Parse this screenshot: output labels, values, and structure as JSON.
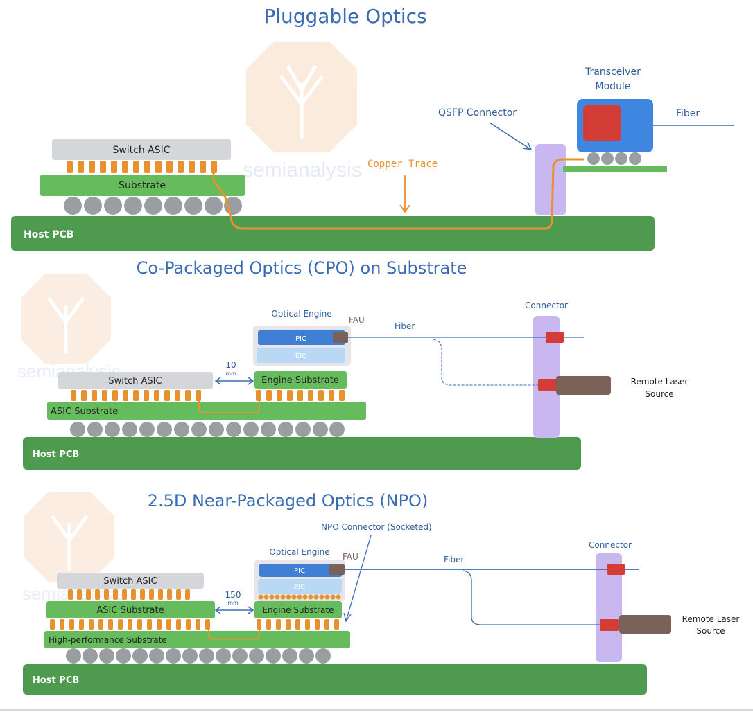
{
  "sections": {
    "pluggable": {
      "title": "Pluggable Optics",
      "switch_asic": "Switch ASIC",
      "substrate": "Substrate",
      "host_pcb": "Host PCB",
      "copper_trace": "Copper Trace",
      "qsfp_connector": "QSFP Connector",
      "transceiver_module": [
        "Transceiver",
        "Module"
      ],
      "fiber": "Fiber"
    },
    "cpo": {
      "title": "Co-Packaged Optics (CPO) on Substrate",
      "optical_engine": "Optical Engine",
      "fau": "FAU",
      "fiber": "Fiber",
      "connector": "Connector",
      "pic": "PIC",
      "eic": "EIC",
      "distance": "10",
      "distance_unit": "mm",
      "switch_asic": "Switch ASIC",
      "engine_substrate": "Engine Substrate",
      "asic_substrate": "ASIC Substrate",
      "host_pcb": "Host PCB",
      "remote_laser": [
        "Remote Laser",
        "Source"
      ]
    },
    "npo": {
      "title": "2.5D Near-Packaged Optics (NPO)",
      "npo_connector": "NPO Connector (Socketed)",
      "optical_engine": "Optical Engine",
      "fau": "FAU",
      "fiber": "Fiber",
      "connector": "Connector",
      "pic": "PIC",
      "eic": "EIC",
      "distance": "150",
      "distance_unit": "mm",
      "switch_asic": "Switch ASIC",
      "asic_substrate": "ASIC Substrate",
      "engine_substrate": "Engine Substrate",
      "hp_substrate": "High-performance Substrate",
      "host_pcb": "Host PCB",
      "remote_laser": [
        "Remote Laser",
        "Source"
      ]
    }
  },
  "watermark": "semianalysis",
  "colors": {
    "pcb": "#4e9a4e",
    "substrate": "#66bb5c",
    "asic": "#d4d6d9",
    "bump": "#e8912f",
    "ball": "#9a9ea3",
    "connector": "#c9b8f0",
    "module": "#3f86e0",
    "laser": "#7a6259",
    "red": "#d43c36",
    "pic": "#3f7fd6",
    "eic": "#b8d8f4",
    "title": "#3a6cb4",
    "trace": "#e8912f"
  }
}
